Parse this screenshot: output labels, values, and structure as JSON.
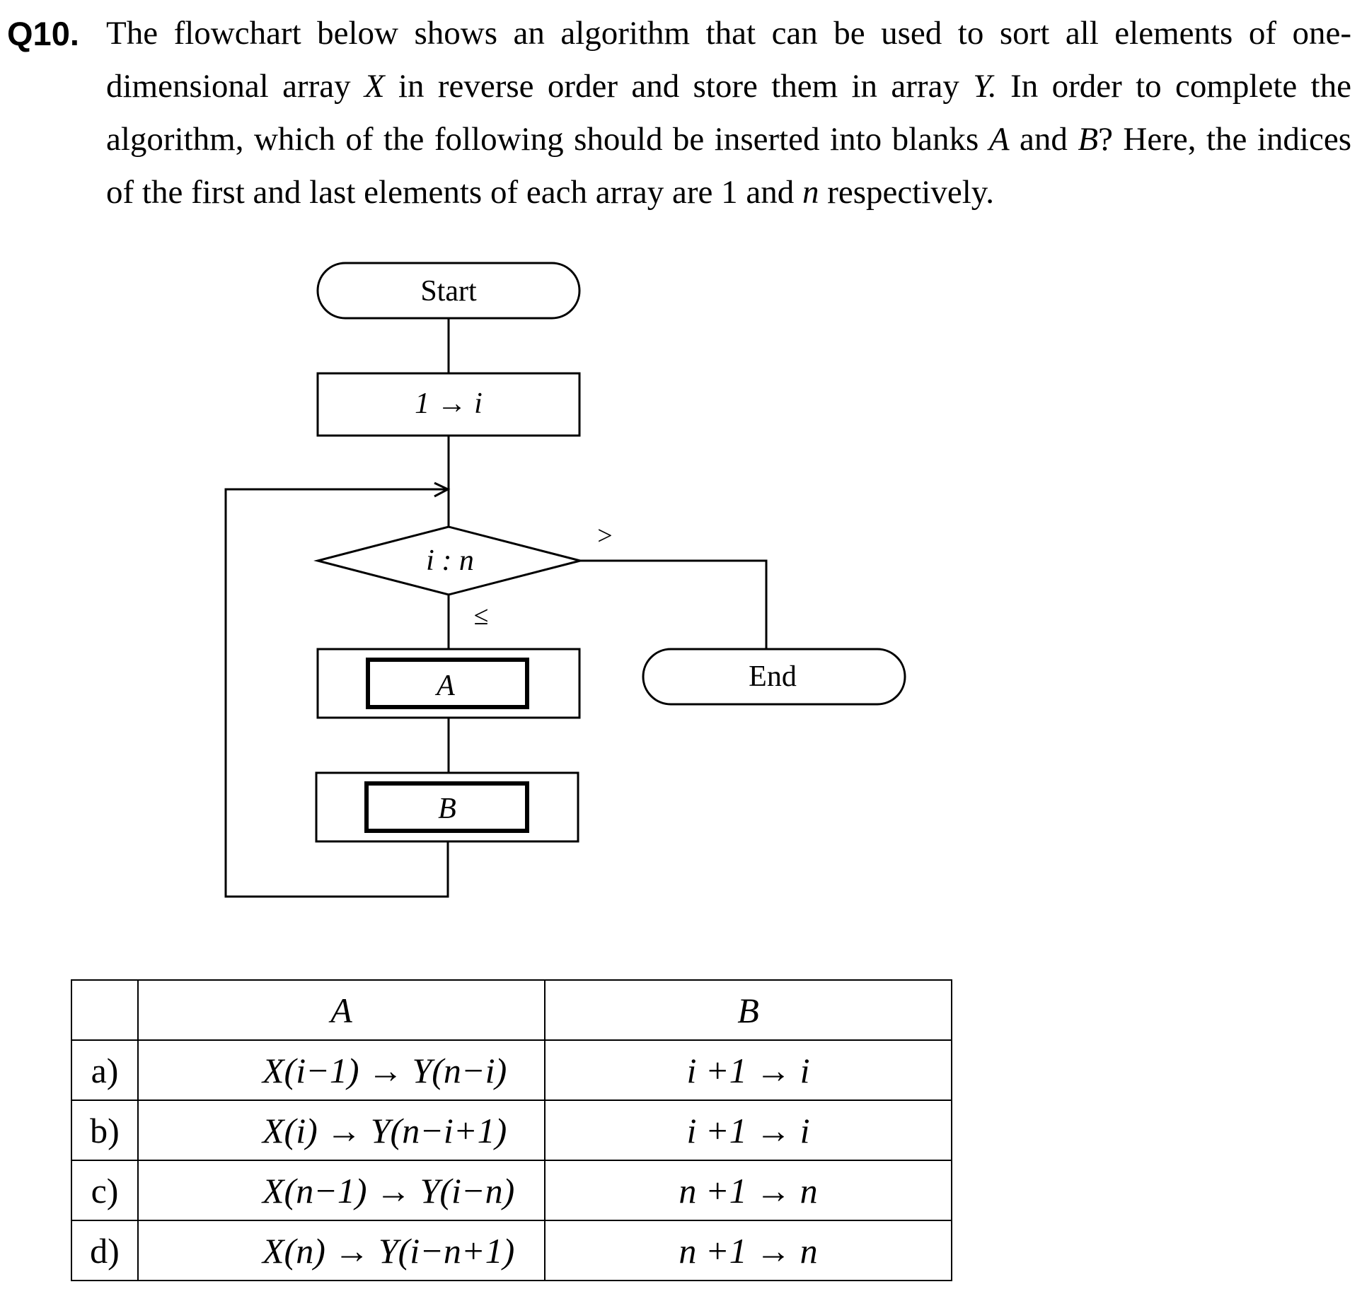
{
  "question": {
    "number": "Q10.",
    "text_1": "The flowchart below shows an algorithm that can be used to sort all elements of one-dimensional array ",
    "var_x": "X",
    "text_2": " in reverse order and store them in array ",
    "var_y": "Y.",
    "text_3": " In order to complete the algorithm, which of the following should be inserted into blanks ",
    "var_a": "A",
    "text_4": " and ",
    "var_b": "B",
    "text_5": "? Here, the indices of the first and last elements of each array are 1 and ",
    "var_n": "n",
    "text_6": " respectively."
  },
  "flowchart": {
    "start": "Start",
    "init": "1 → i",
    "decision": "i : n",
    "yes_label": "≤",
    "no_label": ">",
    "blank_a": "A",
    "blank_b": "B",
    "end": "End"
  },
  "table": {
    "header_a": "A",
    "header_b": "B",
    "rows": [
      {
        "option": "a)",
        "a": "X(i−1) → Y(n−i)",
        "b": "i +1 → i"
      },
      {
        "option": "b)",
        "a": "X(i) → Y(n−i+1)",
        "b": "i +1 → i"
      },
      {
        "option": "c)",
        "a": "X(n−1) → Y(i−n)",
        "b": "n +1 → n"
      },
      {
        "option": "d)",
        "a": "X(n) → Y(i−n+1)",
        "b": "n +1 → n"
      }
    ]
  }
}
